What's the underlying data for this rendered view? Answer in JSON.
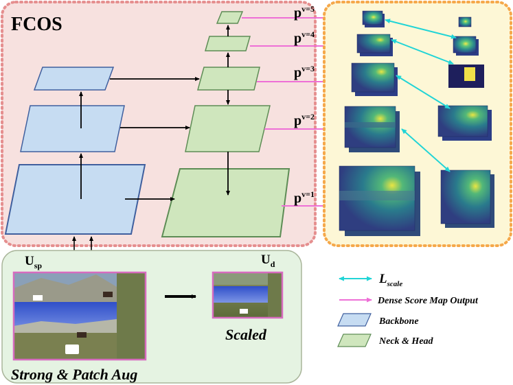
{
  "fcos_title": "FCOS",
  "pyramid_labels": [
    {
      "base": "p",
      "sup": "v=5"
    },
    {
      "base": "p",
      "sup": "v=4"
    },
    {
      "base": "p",
      "sup": "v=3"
    },
    {
      "base": "p",
      "sup": "v=2"
    },
    {
      "base": "p",
      "sup": "v=1"
    }
  ],
  "input_labels": {
    "sp_base": "U",
    "sp_sub": "sp",
    "d_base": "U",
    "d_sub": "d"
  },
  "strong_aug_label": "Strong & Patch Aug",
  "scaled_label": "Scaled",
  "legend": {
    "lscale_base": "L",
    "lscale_sub": "scale",
    "dense_output": "Dense Score Map Output",
    "backbone": "Backbone",
    "neck_head": "Neck & Head"
  },
  "colors": {
    "backbone_fill": "#c6dcf2",
    "backbone_stroke": "#3f5f9e",
    "neck_fill": "#cfe6bd",
    "neck_stroke": "#5d8c55",
    "fcos_bg": "#f7e1df",
    "fcos_border": "#e58f8f",
    "output_bg": "#fdf7d6",
    "output_border": "#f5a84a",
    "input_bg": "#e5f3e2",
    "pink_arrow": "#ee6fd6",
    "cyan_arrow": "#21d4d6"
  }
}
